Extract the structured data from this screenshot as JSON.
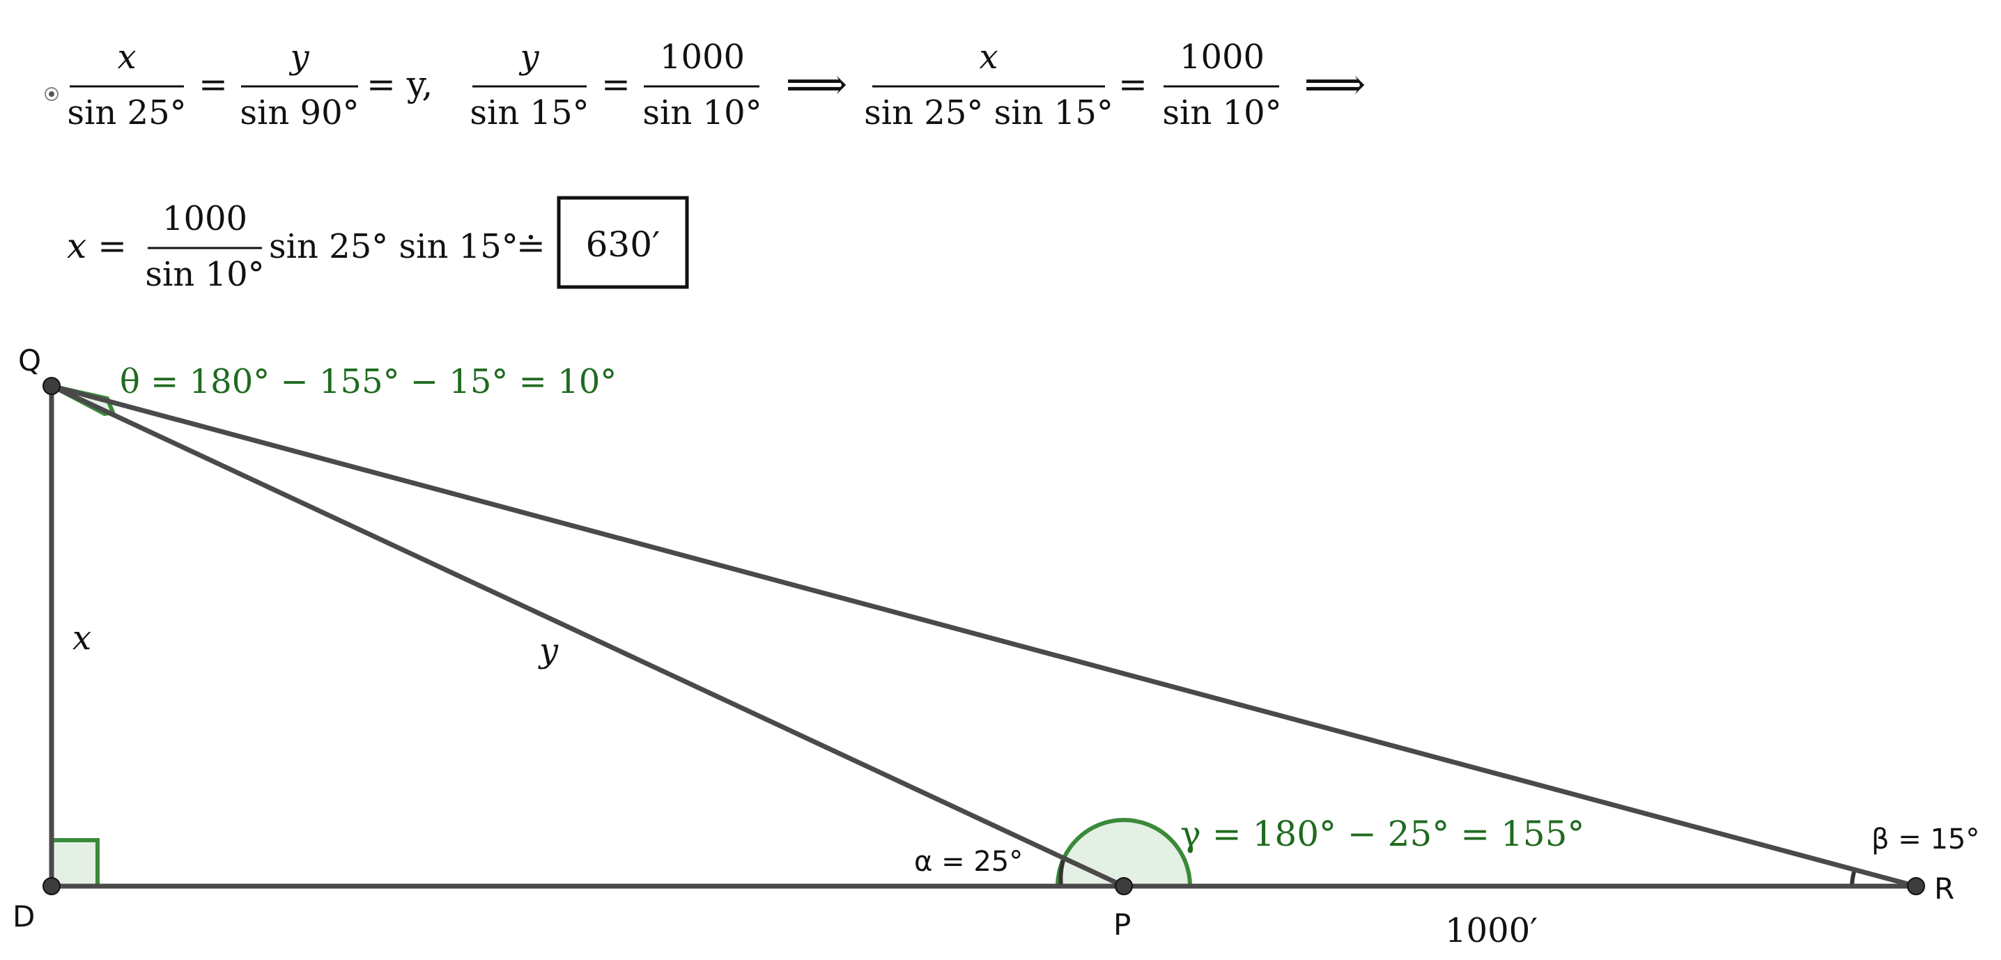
{
  "equations": {
    "line1": {
      "f1_num": "x",
      "f1_den": "sin 25°",
      "eq1": "=",
      "f2_num": "y",
      "f2_den": "sin 90°",
      "eq_y": "= y,",
      "f3_num": "y",
      "f3_den": "sin 15°",
      "eq2": "=",
      "f4_num": "1000",
      "f4_den": "sin 10°",
      "implies1": "⟹",
      "f5_num": "x",
      "f5_den": "sin 25° sin 15°",
      "eq3": "=",
      "f6_num": "1000",
      "f6_den": "sin 10°",
      "implies2": "⟹"
    },
    "line2": {
      "lhs": "x =",
      "f_num": "1000",
      "f_den": "sin 10°",
      "rest": "sin 25° sin 15°",
      "approx": "≐",
      "answer": "630′"
    }
  },
  "diagram": {
    "points": {
      "Q": "Q",
      "D": "D",
      "P": "P",
      "R": "R"
    },
    "side_labels": {
      "x": "x",
      "y": "y",
      "pr": "1000′"
    },
    "angles": {
      "theta": "θ = 180° − 155° − 15° = 10°",
      "gamma": "γ = 180° − 25° = 155°",
      "alpha": "α = 25°",
      "beta": "β = 15°"
    },
    "colors": {
      "segment": "#4a4a4a",
      "highlight": "#3a8a3a",
      "highlight_fill": "#e4f0e4",
      "label_green": "#1f6b1f"
    }
  }
}
